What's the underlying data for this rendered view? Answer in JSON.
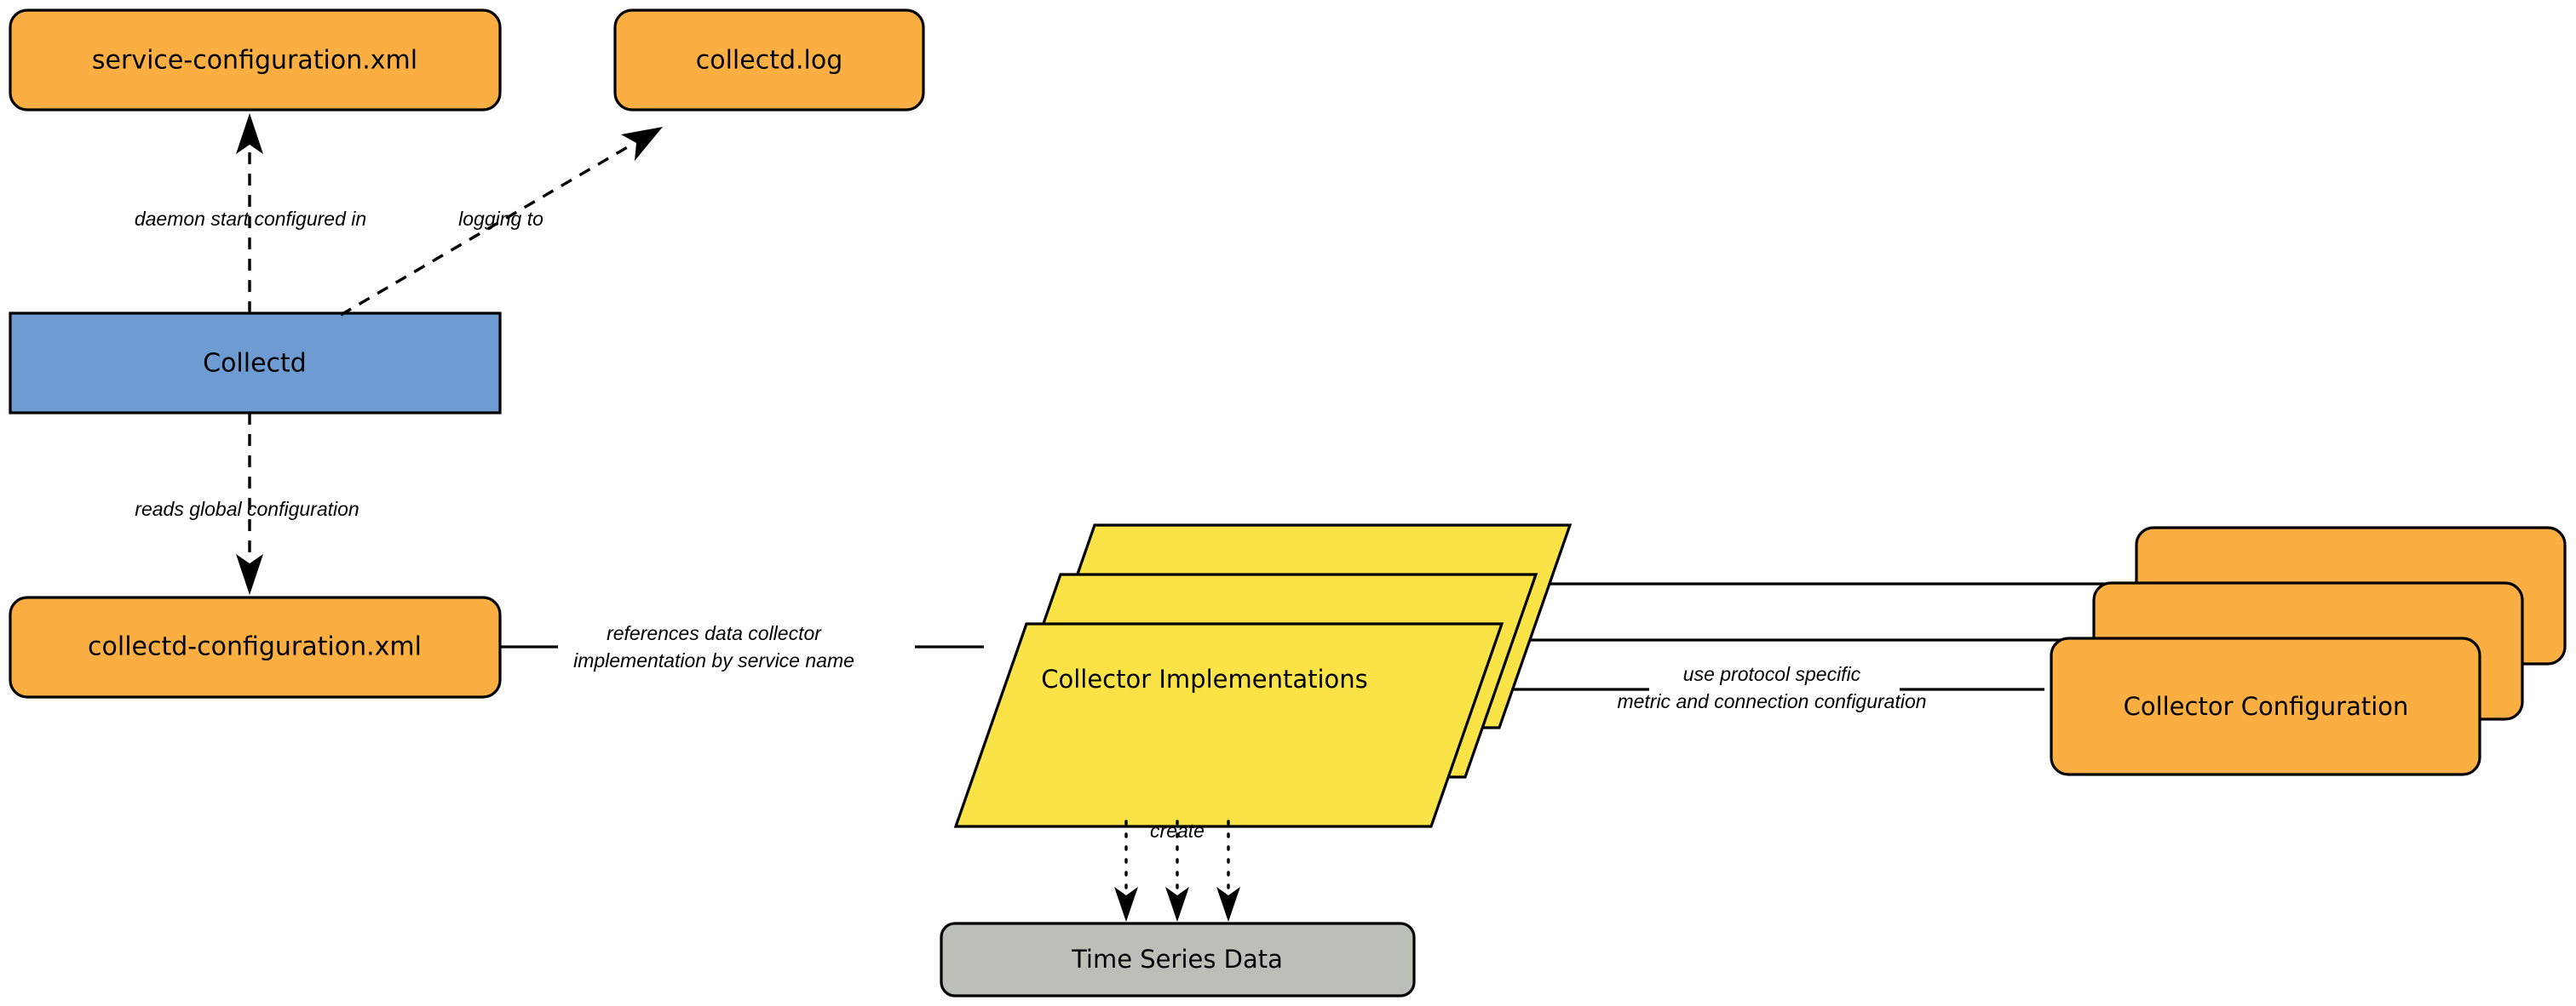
{
  "diagram": {
    "title": "Collectd architecture diagram",
    "background_color": "#ffffff",
    "palette": {
      "orange": "#FBAE42",
      "blue": "#6D9BD2",
      "yellow": "#FAE347",
      "gray": "#BCBFB8",
      "stroke": "#000000"
    }
  },
  "nodes": {
    "service_configuration_xml": {
      "label": "service-configuration.xml",
      "shape": "rounded-rectangle",
      "color": "#FBAE42"
    },
    "collectd_log": {
      "label": "collectd.log",
      "shape": "rounded-rectangle",
      "color": "#FBAE42"
    },
    "collectd": {
      "label": "Collectd",
      "shape": "rectangle",
      "color": "#6D9BD2"
    },
    "collectd_configuration_xml": {
      "label": "collectd-configuration.xml",
      "shape": "rounded-rectangle",
      "color": "#FBAE42"
    },
    "collector_implementations": {
      "label": "Collector Implementations",
      "shape": "parallelogram-stack",
      "color": "#FAE347",
      "stack_count": 3
    },
    "collector_configuration": {
      "label": "Collector   Configuration",
      "shape": "rounded-rectangle-stack",
      "color": "#FBAE42",
      "stack_count": 3
    },
    "time_series_data": {
      "label": "Time Series Data",
      "shape": "rounded-rectangle",
      "color": "#BCBFB8"
    }
  },
  "edges": [
    {
      "id": "daemon-start",
      "from": "collectd",
      "to": "service_configuration_xml",
      "label": "daemon start configured in",
      "style": "dashed",
      "arrow": "open"
    },
    {
      "id": "logging-to",
      "from": "collectd",
      "to": "collectd_log",
      "label": "logging to",
      "style": "dashed",
      "arrow": "open"
    },
    {
      "id": "reads-global-config",
      "from": "collectd",
      "to": "collectd_configuration_xml",
      "label": "reads global configuration",
      "style": "dashed",
      "arrow": "open"
    },
    {
      "id": "references-impl",
      "from": "collectd_configuration_xml",
      "to": "collector_implementations",
      "label_line1": "references data collector",
      "label_line2": "implementation by service name",
      "style": "solid",
      "arrow": "none"
    },
    {
      "id": "use-protocol-specific",
      "from": "collector_implementations",
      "to": "collector_configuration",
      "label_line1": "use protocol specific",
      "label_line2": "metric and connection configuration",
      "style": "solid",
      "arrow": "none"
    },
    {
      "id": "create",
      "from": "collector_implementations",
      "to": "time_series_data",
      "label": "create",
      "style": "dotted",
      "arrow": "filled",
      "multiplicity": 3
    }
  ]
}
